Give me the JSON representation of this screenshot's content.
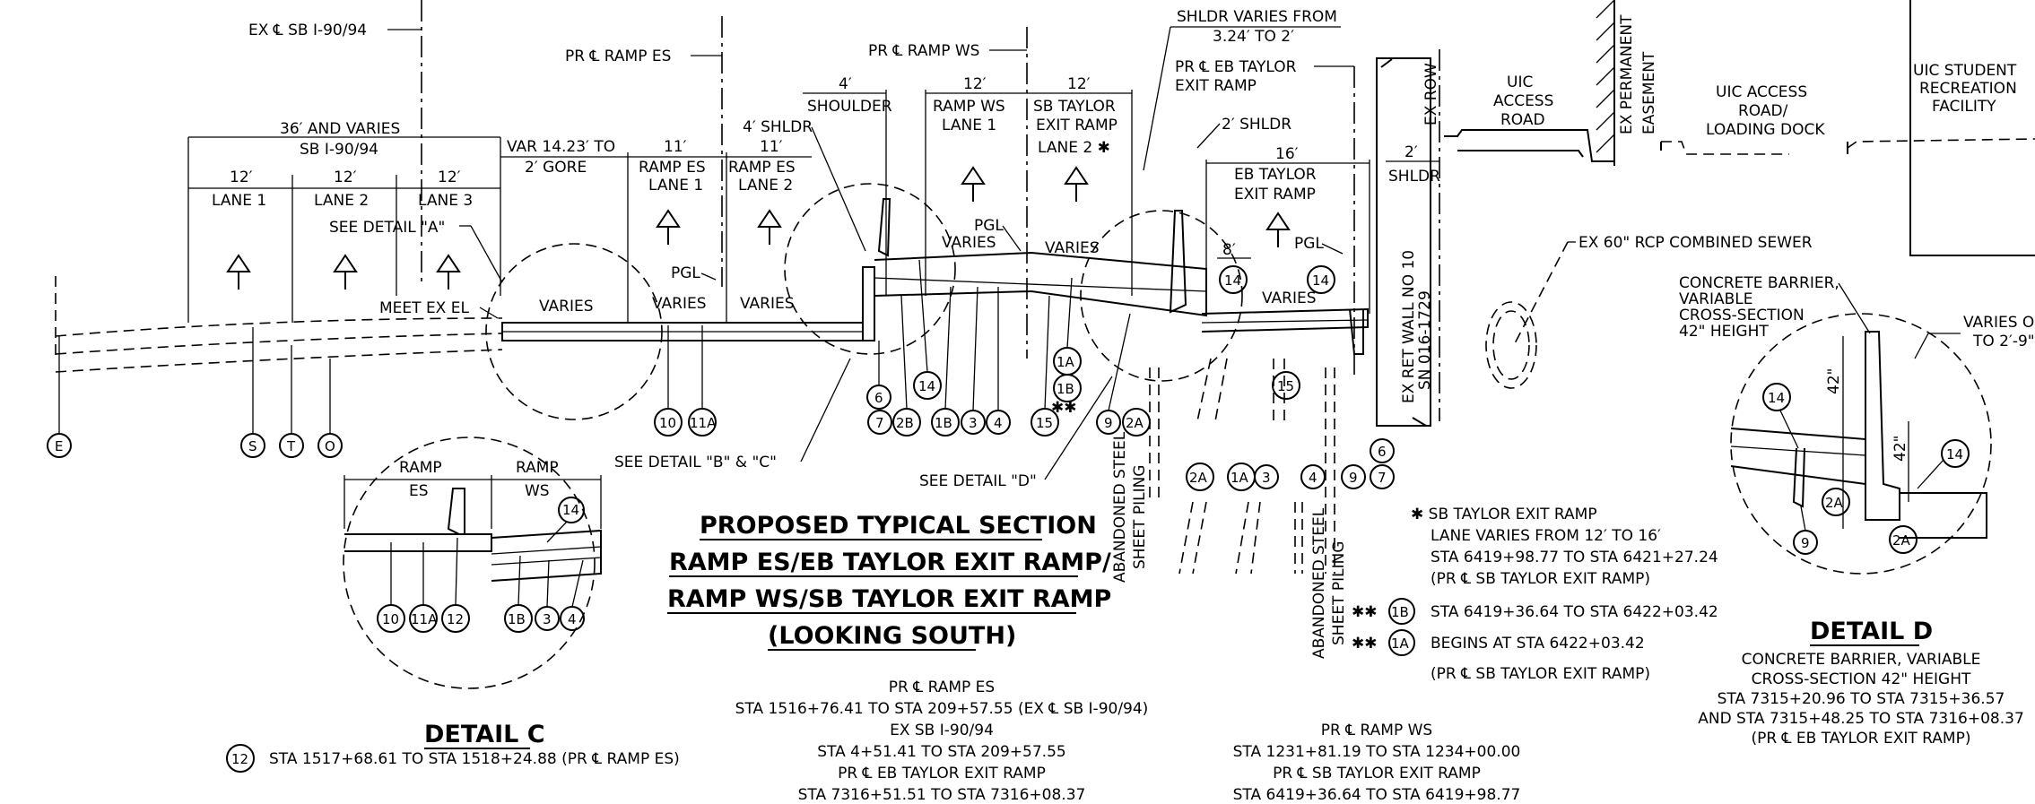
{
  "top_labels": {
    "ex_sb": "EX ℄ SB I-90/94",
    "pr_es": "PR ℄ RAMP ES",
    "pr_ws": "PR ℄ RAMP WS",
    "shldr_varies_1": "SHLDR VARIES FROM",
    "shldr_varies_2": "3.24′ TO 2′",
    "pr_eb_1": "PR ℄ EB TAYLOR",
    "pr_eb_2": "EXIT RAMP",
    "ex_row": "EX ROW",
    "uic_access_road": [
      "UIC",
      "ACCESS",
      "ROAD"
    ],
    "ex_perm_1": "EX PERMANENT",
    "ex_perm_2": "EASEMENT",
    "uic_loading": [
      "UIC ACCESS",
      "ROAD/",
      "LOADING DOCK"
    ],
    "uic_rec": [
      "UIC STUDENT",
      "RECREATION",
      "FACILITY"
    ]
  },
  "lanes": {
    "sb_total_dim": "36′ AND VARIES",
    "sb_total_name": "SB I-90/94",
    "lane1_dim": "12′",
    "lane1": "LANE 1",
    "lane2_dim": "12′",
    "lane2": "LANE 2",
    "lane3_dim": "12′",
    "lane3": "LANE 3",
    "gore_dim": "VAR 14.23′ TO",
    "gore_name": "2′ GORE",
    "es1_dim": "11′",
    "es1_a": "RAMP ES",
    "es1_b": "LANE 1",
    "es2_dim": "11′",
    "es2_a": "RAMP ES",
    "es2_b": "LANE 2",
    "shldr4": "4′ SHLDR",
    "shoulder_dim": "4′",
    "shoulder": "SHOULDER",
    "ws_dim": "12′",
    "ws_a": "RAMP WS",
    "ws_b": "LANE 1",
    "sbt_dim": "12′",
    "sbt_a": "SB TAYLOR",
    "sbt_b": "EXIT RAMP",
    "sbt_c": "LANE 2 ✱",
    "shldr2": "2′ SHLDR",
    "eb_dim": "16′",
    "eb_a": "EB TAYLOR",
    "eb_b": "EXIT RAMP",
    "r_shldr_dim": "2′",
    "r_shldr": "SHLDR",
    "eight_dim": "8′"
  },
  "section_labels": {
    "see_a": "SEE DETAIL \"A\"",
    "meet_ex_el": "MEET EX EL",
    "varies": "VARIES",
    "pgl": "PGL",
    "see_bc": "SEE DETAIL \"B\" & \"C\"",
    "see_d": "SEE DETAIL \"D\"",
    "sewer": "EX 60\" RCP COMBINED SEWER",
    "ret_wall_1": "EX RET WALL NO 10",
    "ret_wall_2": "SN 016-1729",
    "piling_a1": "ABANDONED STEEL",
    "piling_a2": "SHEET PILING",
    "double_star": "✱✱"
  },
  "callouts": {
    "e": "E",
    "s": "S",
    "t": "T",
    "o": "O",
    "c10": "10",
    "c11a": "11A",
    "c6": "6",
    "c7": "7",
    "c2b": "2B",
    "c14": "14",
    "c1b": "1B",
    "c3": "3",
    "c4": "4",
    "c15": "15",
    "c1a": "1A",
    "c9": "9",
    "c2a": "2A",
    "c12": "12"
  },
  "title": {
    "line1": "PROPOSED TYPICAL SECTION",
    "line2": "RAMP ES/EB TAYLOR EXIT RAMP/",
    "line3": "RAMP WS/SB TAYLOR EXIT RAMP",
    "line4": "(LOOKING SOUTH)"
  },
  "stations_center": [
    "PR ℄ RAMP ES",
    "STA 1516+76.41 TO STA 209+57.55 (EX ℄ SB I-90/94)",
    "EX SB I-90/94",
    "STA 4+51.41 TO STA 209+57.55",
    "PR ℄ EB TAYLOR EXIT RAMP",
    "STA 7316+51.51 TO STA 7316+08.37"
  ],
  "stations_right": [
    "PR ℄ RAMP WS",
    "STA 1231+81.19 TO STA 1234+00.00",
    "PR ℄ SB TAYLOR EXIT RAMP",
    "STA 6419+36.64 TO STA 6419+98.77"
  ],
  "notes": {
    "n1": "✱ SB TAYLOR EXIT RAMP",
    "n2": "LANE VARIES FROM 12′ TO 16′",
    "n3": "STA 6419+98.77 TO STA 6421+27.24",
    "n4": "(PR ℄ SB TAYLOR EXIT RAMP)",
    "n5_star": "✱✱",
    "n5": "STA 6419+36.64 TO STA 6422+03.42",
    "n6_star": "✱✱",
    "n6": "BEGINS AT STA 6422+03.42",
    "n7": "(PR ℄ SB TAYLOR EXIT RAMP)"
  },
  "detail_c": {
    "ramp_es_1": "RAMP",
    "ramp_es_2": "ES",
    "ramp_ws_1": "RAMP",
    "ramp_ws_2": "WS",
    "title": "DETAIL C",
    "note": "STA 1517+68.61 TO STA 1518+24.88 (PR ℄ RAMP ES)"
  },
  "detail_d": {
    "barrier_1": "CONCRETE BARRIER,",
    "barrier_2": "VARIABLE",
    "barrier_3": "CROSS-SECTION",
    "barrier_4": "42\" HEIGHT",
    "varies_1": "VARIES O",
    "varies_2": "TO 2′-9\"",
    "dim42a": "42\"",
    "dim42b": "42\"",
    "title": "DETAIL D",
    "lines": [
      "CONCRETE BARRIER, VARIABLE",
      "CROSS-SECTION 42\" HEIGHT",
      "STA 7315+20.96 TO STA 7315+36.57",
      "AND STA 7315+48.25 TO STA 7316+08.37",
      "(PR ℄ EB TAYLOR EXIT RAMP)"
    ]
  }
}
